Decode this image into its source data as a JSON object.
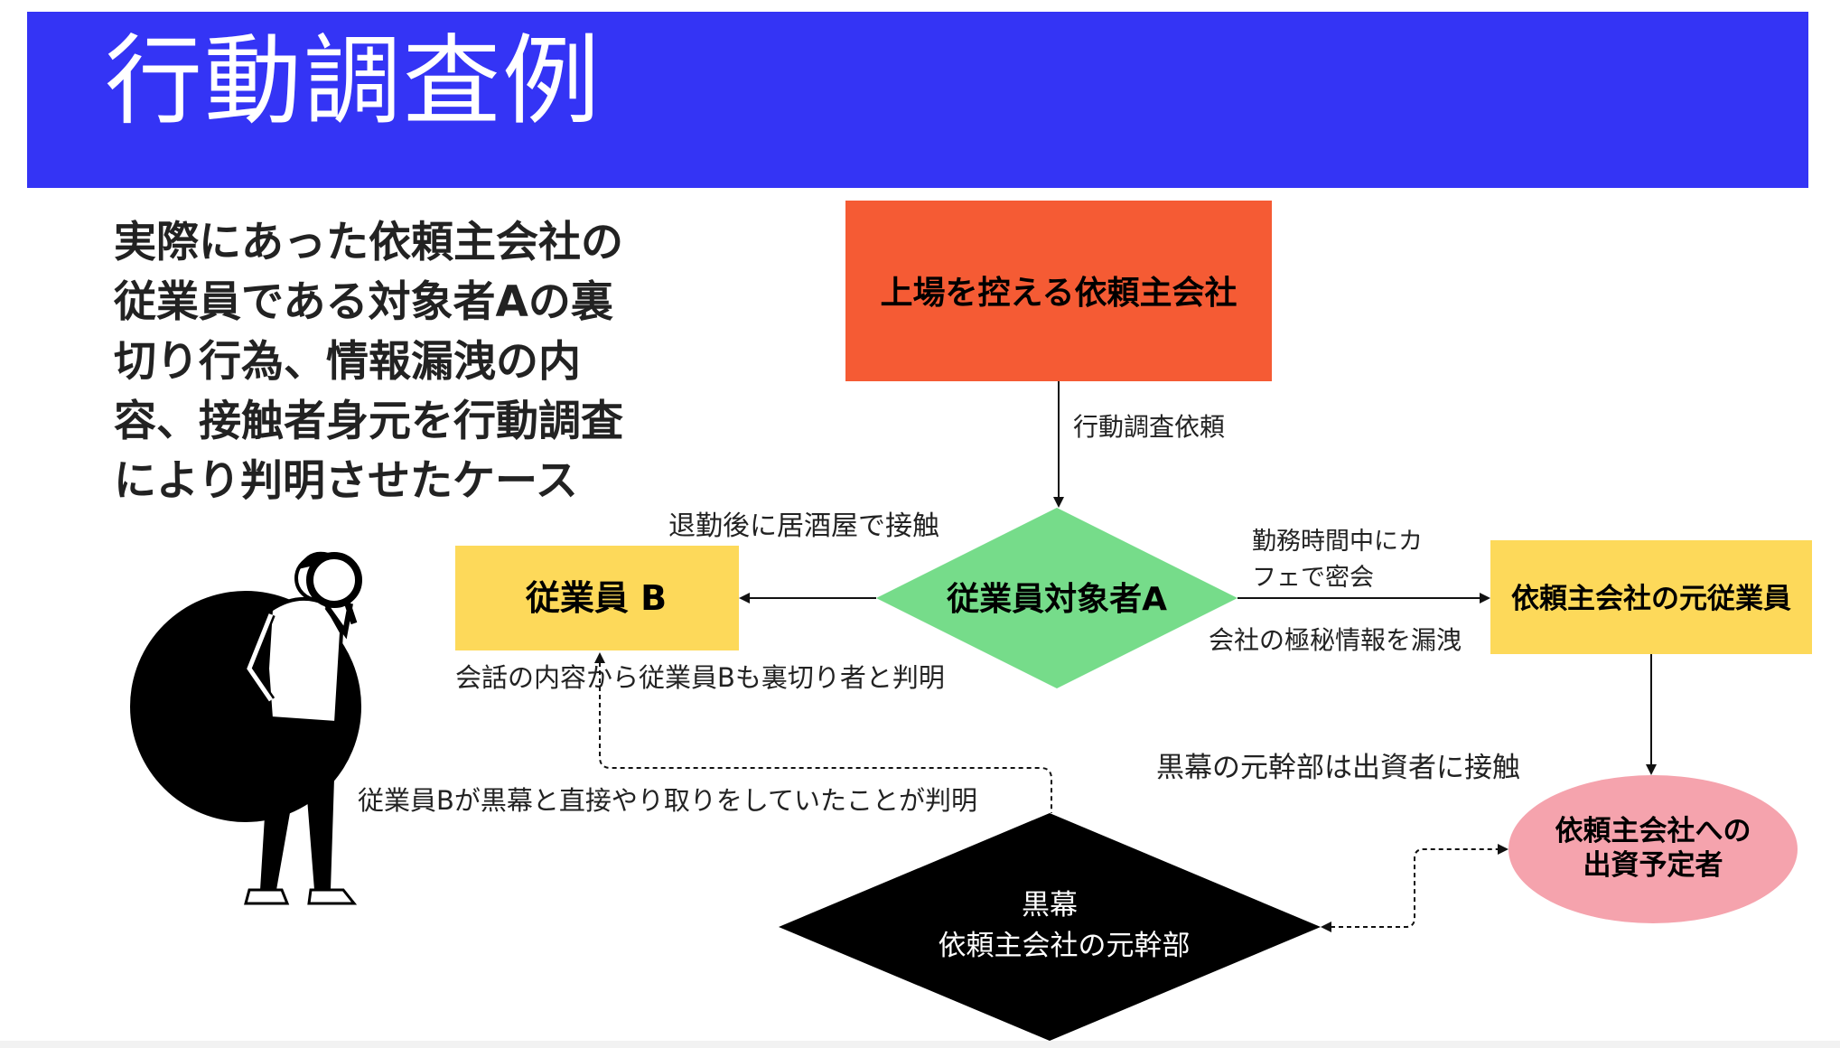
{
  "title": "行動調査例",
  "description_lines": [
    "実際にあった依頼主会社の",
    "従業員である対象者Aの裏",
    "切り行為、情報漏洩の内",
    "容、接触者身元を行動調査",
    "により判明させたケース"
  ],
  "nodes": {
    "client": "上場を控える依頼主会社",
    "target": "従業員対象者A",
    "employee_b": "従業員 B",
    "former_employee": "依頼主会社の元従業員",
    "investor_line1": "依頼主会社への",
    "investor_line2": "出資予定者",
    "mastermind_line1": "黒幕",
    "mastermind_line2": "依頼主会社の元幹部"
  },
  "edges": {
    "request": "行動調査依頼",
    "after_work_contact": "退勤後に居酒屋で接触",
    "conversation_reveal": "会話の内容から従業員Bも裏切り者と判明",
    "cafe_line1": "勤務時間中にカ",
    "cafe_line2": "フェで密会",
    "leak": "会社の極秘情報を漏洩",
    "exec_contact": "黒幕の元幹部は出資者に接触",
    "direct_exchange": "従業員Bが黒幕と直接やり取りをしていたことが判明"
  },
  "colors": {
    "header": "#3434f5",
    "client_box": "#f55b34",
    "target_diamond": "#76dc8a",
    "yellow_box": "#fdd95a",
    "investor_ellipse": "#f5a3ad",
    "mastermind_diamond": "#000000",
    "line": "#111111"
  },
  "icons": {
    "person": "person-with-magnifier-icon"
  }
}
